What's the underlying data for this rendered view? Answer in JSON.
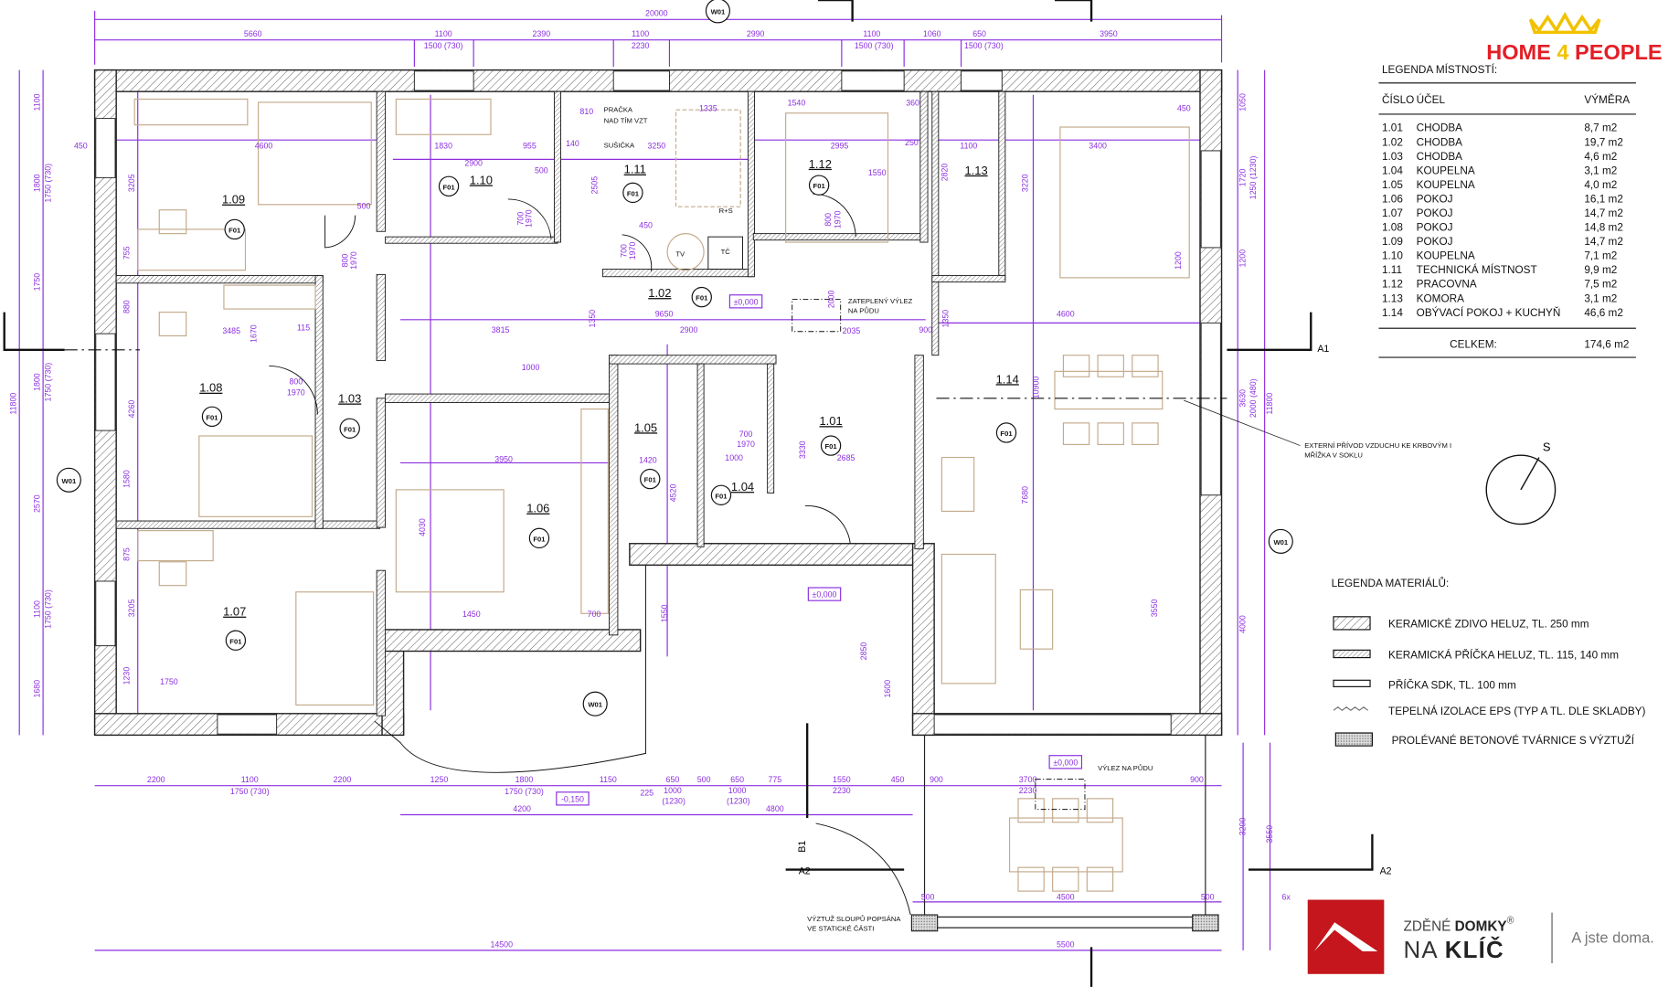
{
  "branding": {
    "top_logo": {
      "text_a": "HOME ",
      "text_num": "4",
      "text_b": " PEOPLE",
      "color_red": "#e41e26",
      "color_gold": "#f2c200"
    },
    "bottom_logo": {
      "line1_light": "ZDĚNÉ ",
      "line1_bold": "DOMKY",
      "reg": "®",
      "line2_light": "NA ",
      "line2_bold": "KLÍČ",
      "slogan": "A jste doma.",
      "color_red": "#c4161c"
    }
  },
  "room_legend": {
    "title": "LEGENDA MÍSTNOSTÍ:",
    "headers": {
      "number": "ČÍSLO",
      "purpose": "ÚČEL",
      "area": "VÝMĚRA"
    },
    "rows": [
      {
        "number": "1.01",
        "purpose": "CHODBA",
        "area": "8,7  m2"
      },
      {
        "number": "1.02",
        "purpose": "CHODBA",
        "area": "19,7  m2"
      },
      {
        "number": "1.03",
        "purpose": "CHODBA",
        "area": "4,6  m2"
      },
      {
        "number": "1.04",
        "purpose": "KOUPELNA",
        "area": "3,1  m2"
      },
      {
        "number": "1.05",
        "purpose": "KOUPELNA",
        "area": "4,0  m2"
      },
      {
        "number": "1.06",
        "purpose": "POKOJ",
        "area": "16,1  m2"
      },
      {
        "number": "1.07",
        "purpose": "POKOJ",
        "area": "14,7  m2"
      },
      {
        "number": "1.08",
        "purpose": "POKOJ",
        "area": "14,8  m2"
      },
      {
        "number": "1.09",
        "purpose": "POKOJ",
        "area": "14,7  m2"
      },
      {
        "number": "1.10",
        "purpose": "KOUPELNA",
        "area": "7,1  m2"
      },
      {
        "number": "1.11",
        "purpose": "TECHNICKÁ  MÍSTNOST",
        "area": "9,9  m2"
      },
      {
        "number": "1.12",
        "purpose": "PRACOVNA",
        "area": "7,5  m2"
      },
      {
        "number": "1.13",
        "purpose": "KOMORA",
        "area": "3,1  m2"
      },
      {
        "number": "1.14",
        "purpose": "OBÝVACÍ  POKOJ  +  KUCHYŇ",
        "area": "46,6  m2"
      }
    ],
    "total_label": "CELKEM:",
    "total_value": "174,6  m2"
  },
  "material_legend": {
    "title": "LEGENDA MATERIÁLŮ:",
    "items": [
      {
        "icon": "brick-wall-hatch",
        "label": "KERAMICKÉ  ZDIVO  HELUZ,  TL.   250  mm"
      },
      {
        "icon": "partition-hatch",
        "label": "KERAMICKÁ  PŘÍČKA  HELUZ,  TL.   115,  140  mm"
      },
      {
        "icon": "sdk-partition",
        "label": "PŘÍČKA  SDK,  TL.  100  mm"
      },
      {
        "icon": "insulation-zigzag",
        "label": "TEPELNÁ  IZOLACE  EPS  (TYP  A  TL.  DLE  SKLADBY)"
      },
      {
        "icon": "concrete-block",
        "label": "PROLÉVANÉ  BETONOVÉ  TVÁRNICE  S  VÝZTUŽÍ"
      }
    ]
  },
  "compass": {
    "label": "S"
  },
  "notes": {
    "washer_1": "PRAČKA",
    "washer_2": "NAD TÍM VZT",
    "dryer": "SUŠIČKA",
    "attic_hatch_1": "ZATEPLENÝ VÝLEZ",
    "attic_hatch_2": "NA PŮDU",
    "air_supply_1": "EXTERNÍ PŘÍVOD VZDUCHU KE KRBOVÝM I",
    "air_supply_2": "MŘÍŽKA V SOKLU",
    "attic_access": "VÝLEZ NA PŮDU",
    "columns_1": "VÝZTUŽ SLOUPŮ POPSÁNA",
    "columns_2": "VE STATICKÉ ČÁSTI",
    "tv": "TV",
    "tc": "TČ",
    "rs": "R+S",
    "steps": "6x"
  },
  "levels": {
    "main": "±0,000",
    "terrace": "±0,000",
    "outdoor": "±0,000",
    "ground": "-0,150"
  },
  "markers": {
    "wall_type": "W01",
    "floor_type": "F01",
    "section_a1": "A1",
    "section_a2": "A2",
    "section_b1": "B1"
  },
  "rooms": [
    {
      "number": "1.01"
    },
    {
      "number": "1.02"
    },
    {
      "number": "1.03"
    },
    {
      "number": "1.04"
    },
    {
      "number": "1.05"
    },
    {
      "number": "1.06"
    },
    {
      "number": "1.07"
    },
    {
      "number": "1.08"
    },
    {
      "number": "1.09"
    },
    {
      "number": "1.10"
    },
    {
      "number": "1.11"
    },
    {
      "number": "1.12"
    },
    {
      "number": "1.13"
    },
    {
      "number": "1.14"
    }
  ],
  "dimensions": {
    "top": [
      "20000",
      "5660",
      "1100",
      "1500 (730)",
      "2390",
      "1100",
      "2230",
      "2990",
      "1100",
      "1500 (730)",
      "1060",
      "650",
      "1500 (730)",
      "3950"
    ],
    "bottom": [
      "2200",
      "1100",
      "1750 (730)",
      "2200",
      "1250",
      "1800",
      "1750 (730)",
      "1150",
      "225",
      "650",
      "1000",
      "(1230)",
      "500",
      "650",
      "1000",
      "(1230)",
      "775",
      "1550",
      "2230",
      "450",
      "900",
      "3700",
      "2230",
      "900",
      "4200",
      "4800",
      "14500",
      "5500",
      "4500",
      "500",
      "500"
    ],
    "left": [
      "1100",
      "1800",
      "1750 (730)",
      "1750",
      "1800",
      "1750 (730)",
      "2570",
      "1100",
      "1750 (730)",
      "1680",
      "11800"
    ],
    "right": [
      "1050",
      "1720",
      "1250 (1230)",
      "1200",
      "3630",
      "2000 (480)",
      "4000",
      "11800",
      "3200",
      "3550"
    ],
    "interior": [
      "4600",
      "450",
      "3205",
      "500",
      "800",
      "1970",
      "755",
      "880",
      "3485",
      "115",
      "1670",
      "800",
      "1970",
      "4260",
      "1580",
      "875",
      "3205",
      "1230",
      "1750",
      "2900",
      "1830",
      "955",
      "500",
      "700",
      "1970",
      "1335",
      "3250",
      "810",
      "140",
      "2505",
      "450",
      "700",
      "1970",
      "1540",
      "2995",
      "250",
      "1550",
      "800",
      "1970",
      "360",
      "1100",
      "2820",
      "3220",
      "3400",
      "450",
      "1200",
      "9650",
      "2900",
      "3815",
      "1000",
      "2035",
      "900",
      "2000",
      "1350",
      "4600",
      "10900",
      "7680",
      "3950",
      "1420",
      "1000",
      "700",
      "1970",
      "3330",
      "2685",
      "1450",
      "700",
      "4030",
      "1350",
      "4520",
      "3550",
      "1550",
      "2850",
      "1600"
    ]
  }
}
